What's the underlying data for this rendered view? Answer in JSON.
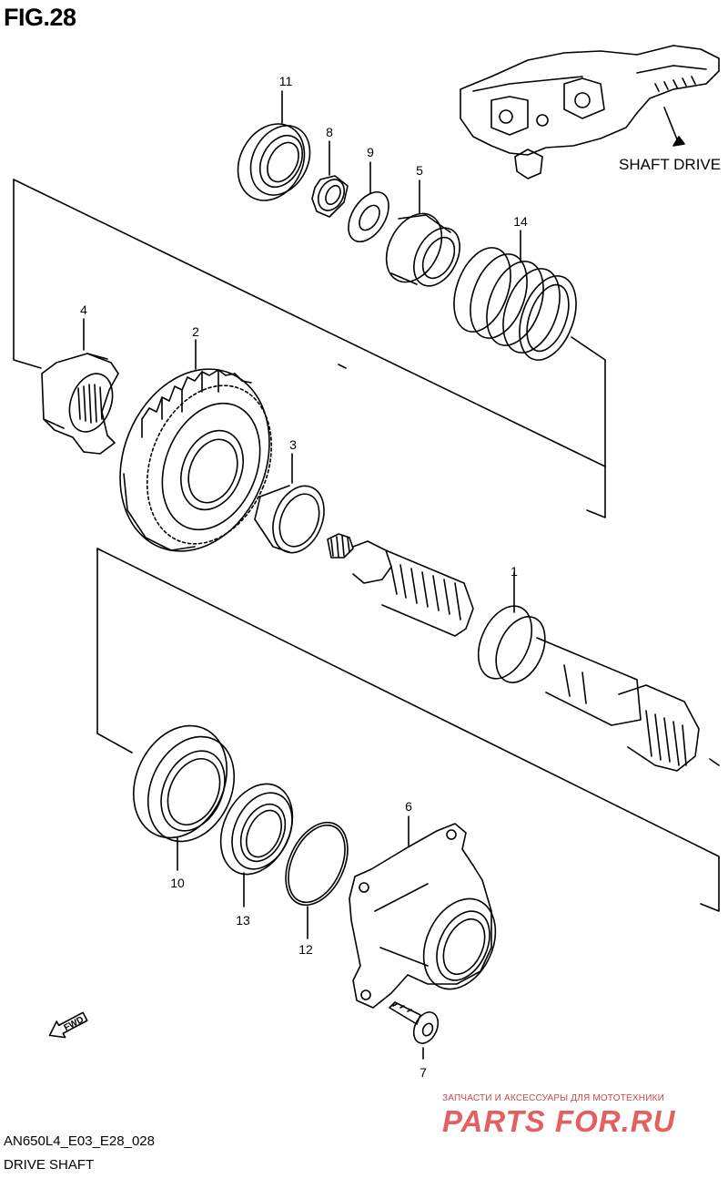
{
  "figure": {
    "title": "FIG.28"
  },
  "callouts": {
    "c1": "1",
    "c2": "2",
    "c3": "3",
    "c4": "4",
    "c5": "5",
    "c6": "6",
    "c7": "7",
    "c8": "8",
    "c9": "9",
    "c10": "10",
    "c11": "11",
    "c12": "12",
    "c13": "13",
    "c14": "14"
  },
  "inset": {
    "label": "SHAFT DRIVE"
  },
  "direction_marker": {
    "text": "FWD",
    "icon": "forward-arrow-icon"
  },
  "footer": {
    "code": "AN650L4_E03_E28_028",
    "title": "DRIVE SHAFT"
  },
  "watermark": {
    "tagline": "ЗАПЧАСТИ И АКСЕССУАРЫ ДЛЯ МОТОТЕХНИКИ",
    "brand": "PARTS FOR.RU"
  },
  "colors": {
    "line": "#000000",
    "background": "#ffffff",
    "watermark": "#e46060"
  }
}
